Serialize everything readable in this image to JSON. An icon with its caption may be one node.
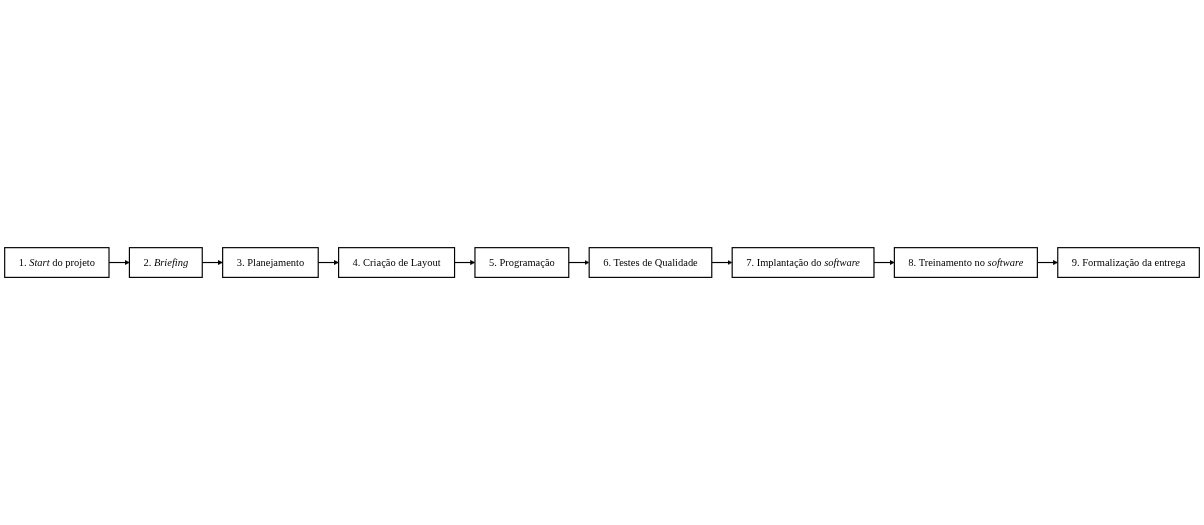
{
  "diagram": {
    "nodes": [
      {
        "text": [
          "1. *Start* do projeto"
        ]
      },
      {
        "text": [
          "2. *Briefing*"
        ]
      },
      {
        "text": [
          "3. Planejamento"
        ]
      },
      {
        "text": [
          "4. Criação de Layout"
        ]
      },
      {
        "text": [
          "5. Programação"
        ]
      },
      {
        "text": [
          "6. Testes de Qualidade"
        ]
      },
      {
        "text": [
          "7. Implantação do *software*"
        ]
      },
      {
        "text": [
          "8. Treinamento no *software*"
        ]
      },
      {
        "text": [
          "9. Formalização da entrega"
        ]
      }
    ],
    "edges": [
      {
        "from": 0,
        "to": 1,
        "arrow": "to"
      },
      {
        "from": 1,
        "to": 2,
        "arrow": "to"
      },
      {
        "from": 2,
        "to": 3,
        "arrow": "to"
      },
      {
        "from": 3,
        "to": 4,
        "arrow": "to"
      },
      {
        "from": 4,
        "to": 5,
        "arrow": "to"
      },
      {
        "from": 5,
        "to": 6,
        "arrow": "to"
      },
      {
        "from": 6,
        "to": 7,
        "arrow": "to"
      },
      {
        "from": 7,
        "to": 8,
        "arrow": "to"
      }
    ]
  }
}
